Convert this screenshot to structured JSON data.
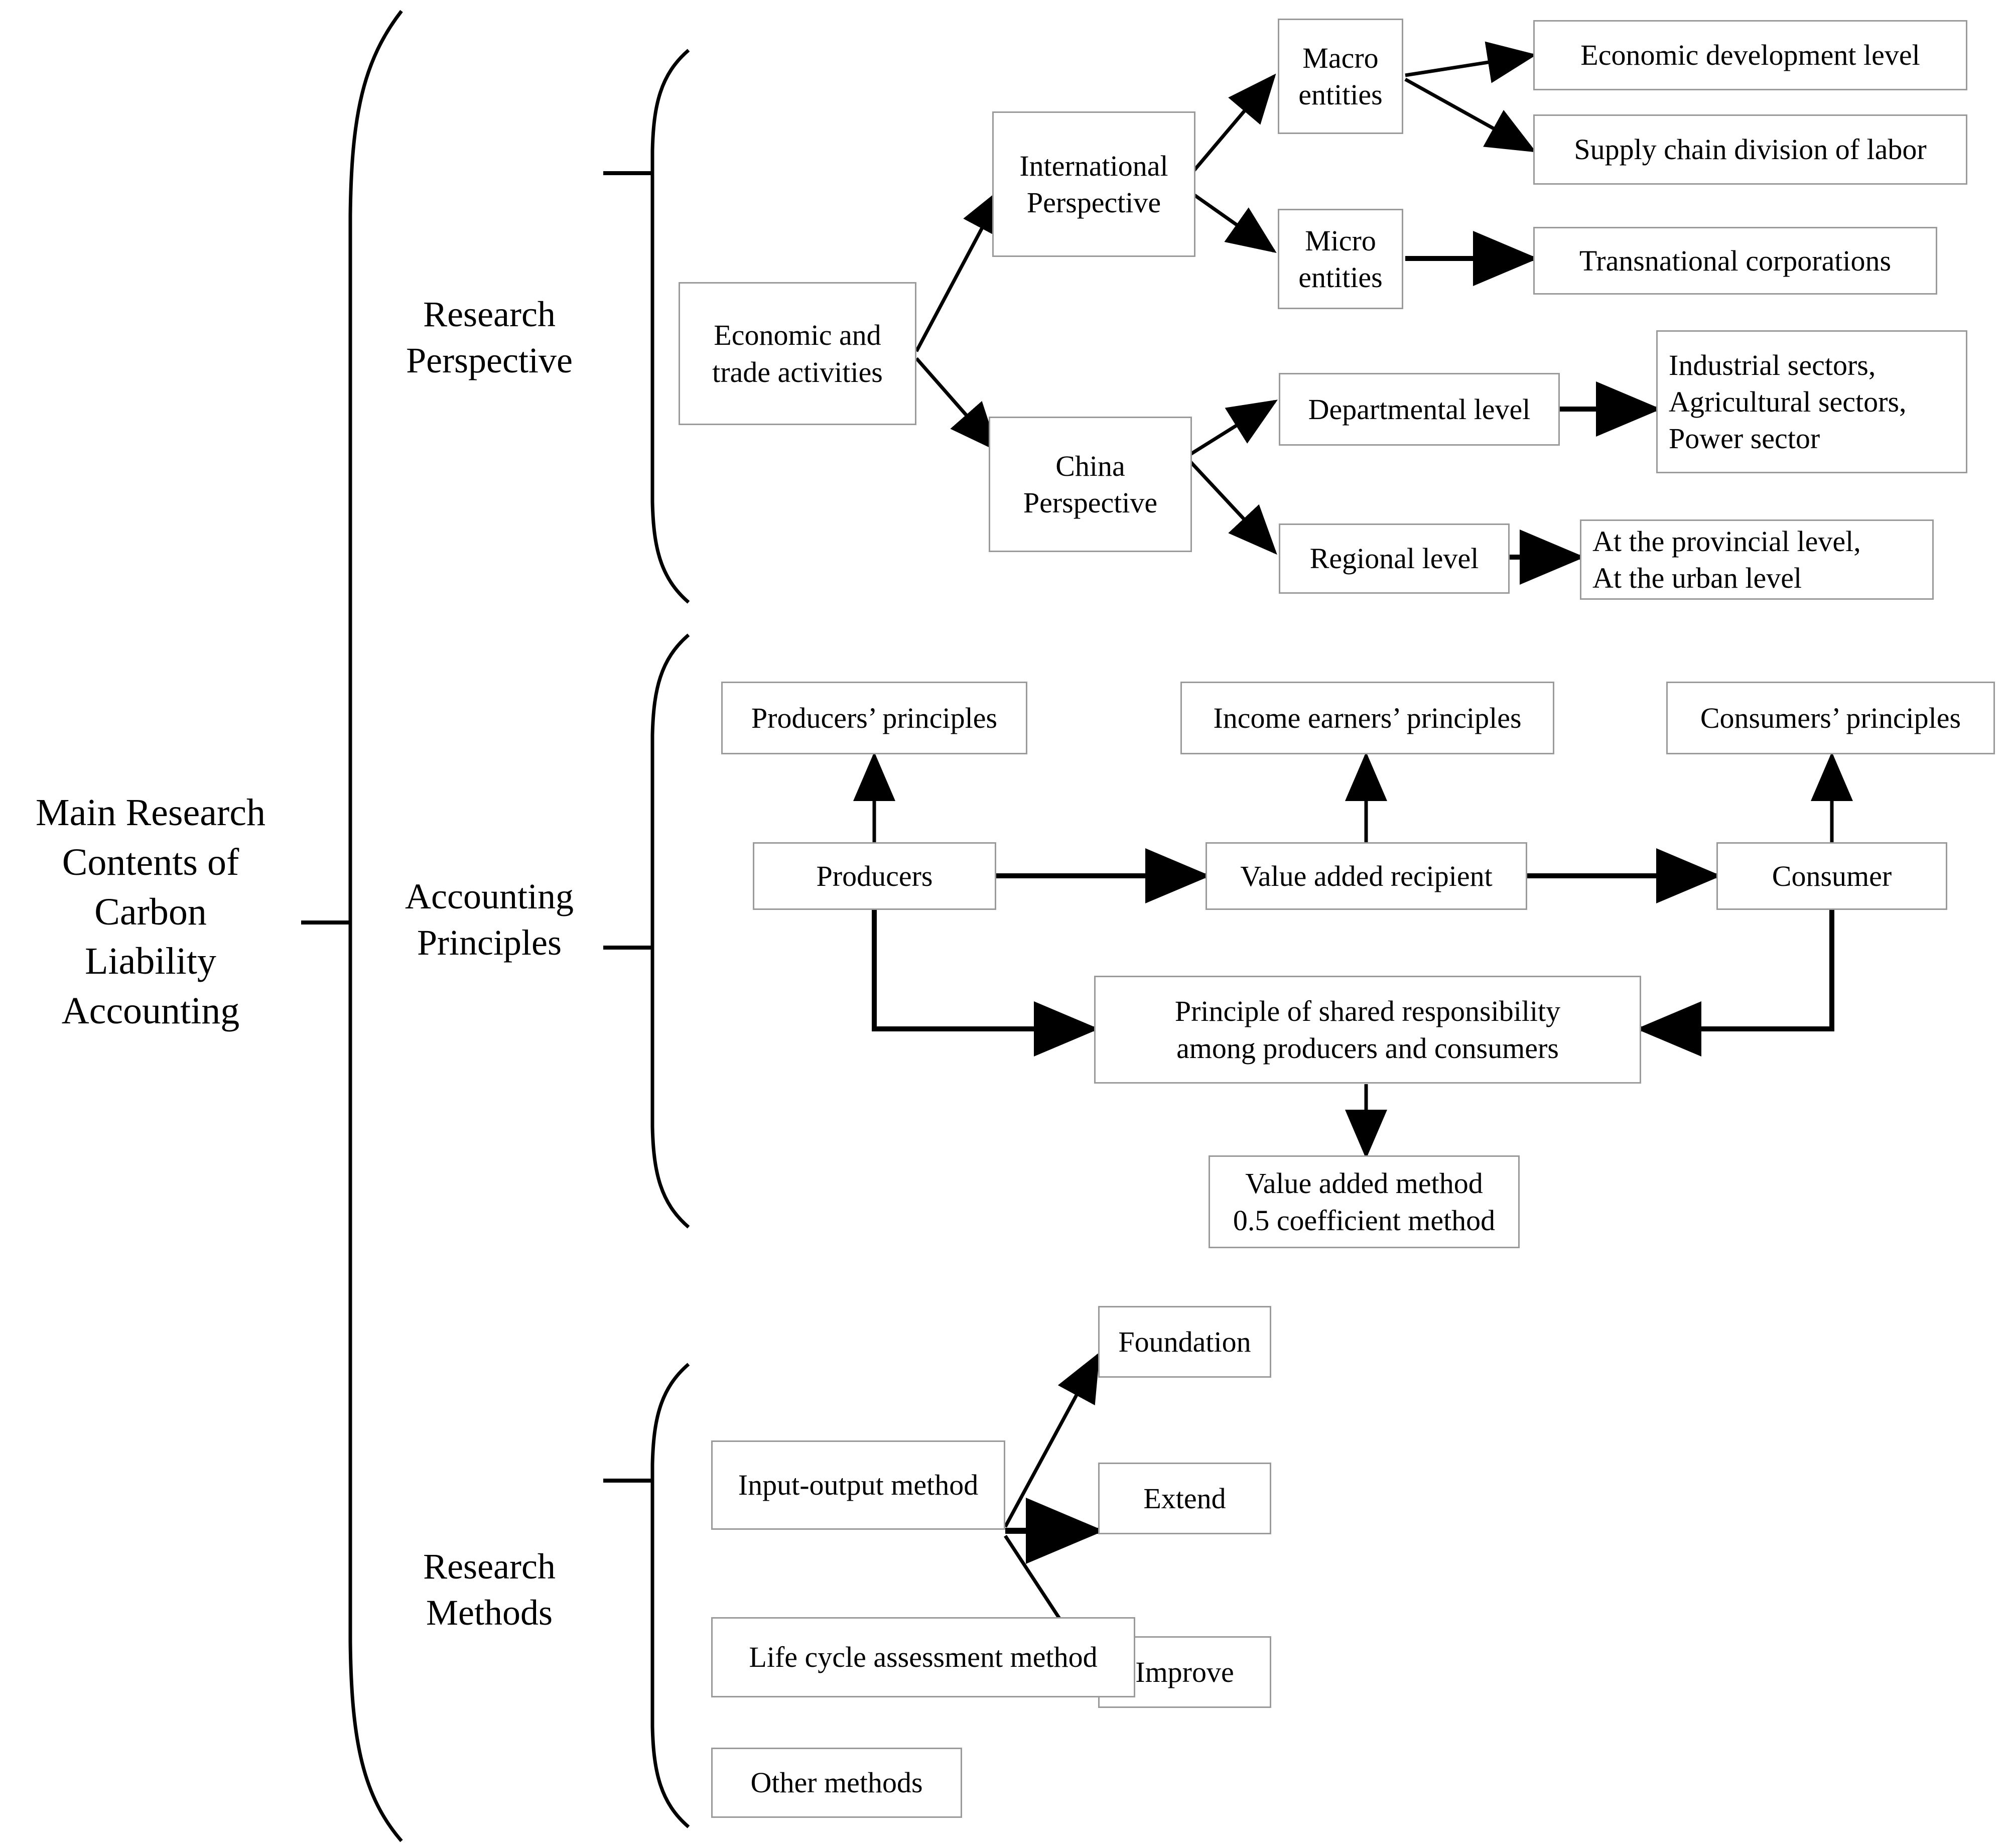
{
  "diagram": {
    "title": "Main Research Contents of Carbon Liability Accounting",
    "root_label": "Main Research\nContents of\nCarbon\nLiability\nAccounting",
    "ink_color": "#000000",
    "box_border_color": "#9a9a9a",
    "background_color": "#ffffff"
  },
  "branches": {
    "research_perspective": {
      "label": "Research\nPerspective",
      "nodes": {
        "economic_trade": "Economic and\ntrade activities",
        "international_perspective": "International\nPerspective",
        "china_perspective": "China\nPerspective",
        "macro_entities": "Macro\nentities",
        "micro_entities": "Micro\nentities",
        "economic_development_level": "Economic development level",
        "supply_chain_division": "Supply chain division of labor",
        "transnational_corporations": "Transnational corporations",
        "departmental_level": "Departmental level",
        "regional_level": "Regional level",
        "sectors_list": "Industrial sectors,\nAgricultural sectors,\nPower sector",
        "levels_list": "At the provincial level,\nAt the urban level"
      }
    },
    "accounting_principles": {
      "label": "Accounting\nPrinciples",
      "nodes": {
        "producers_principles": "Producers’ principles",
        "income_earners_principles": "Income earners’ principles",
        "consumers_principles": "Consumers’ principles",
        "producers": "Producers",
        "value_added_recipient": "Value added recipient",
        "consumer": "Consumer",
        "shared_responsibility": "Principle of shared responsibility\namong producers and consumers",
        "value_added_method": "Value added method\n0.5 coefficient method"
      }
    },
    "research_methods": {
      "label": "Research\nMethods",
      "nodes": {
        "input_output_method": "Input-output method",
        "foundation": "Foundation",
        "extend": "Extend",
        "improve": "Improve",
        "life_cycle_assessment": "Life cycle assessment method",
        "other_methods": "Other methods"
      }
    }
  }
}
